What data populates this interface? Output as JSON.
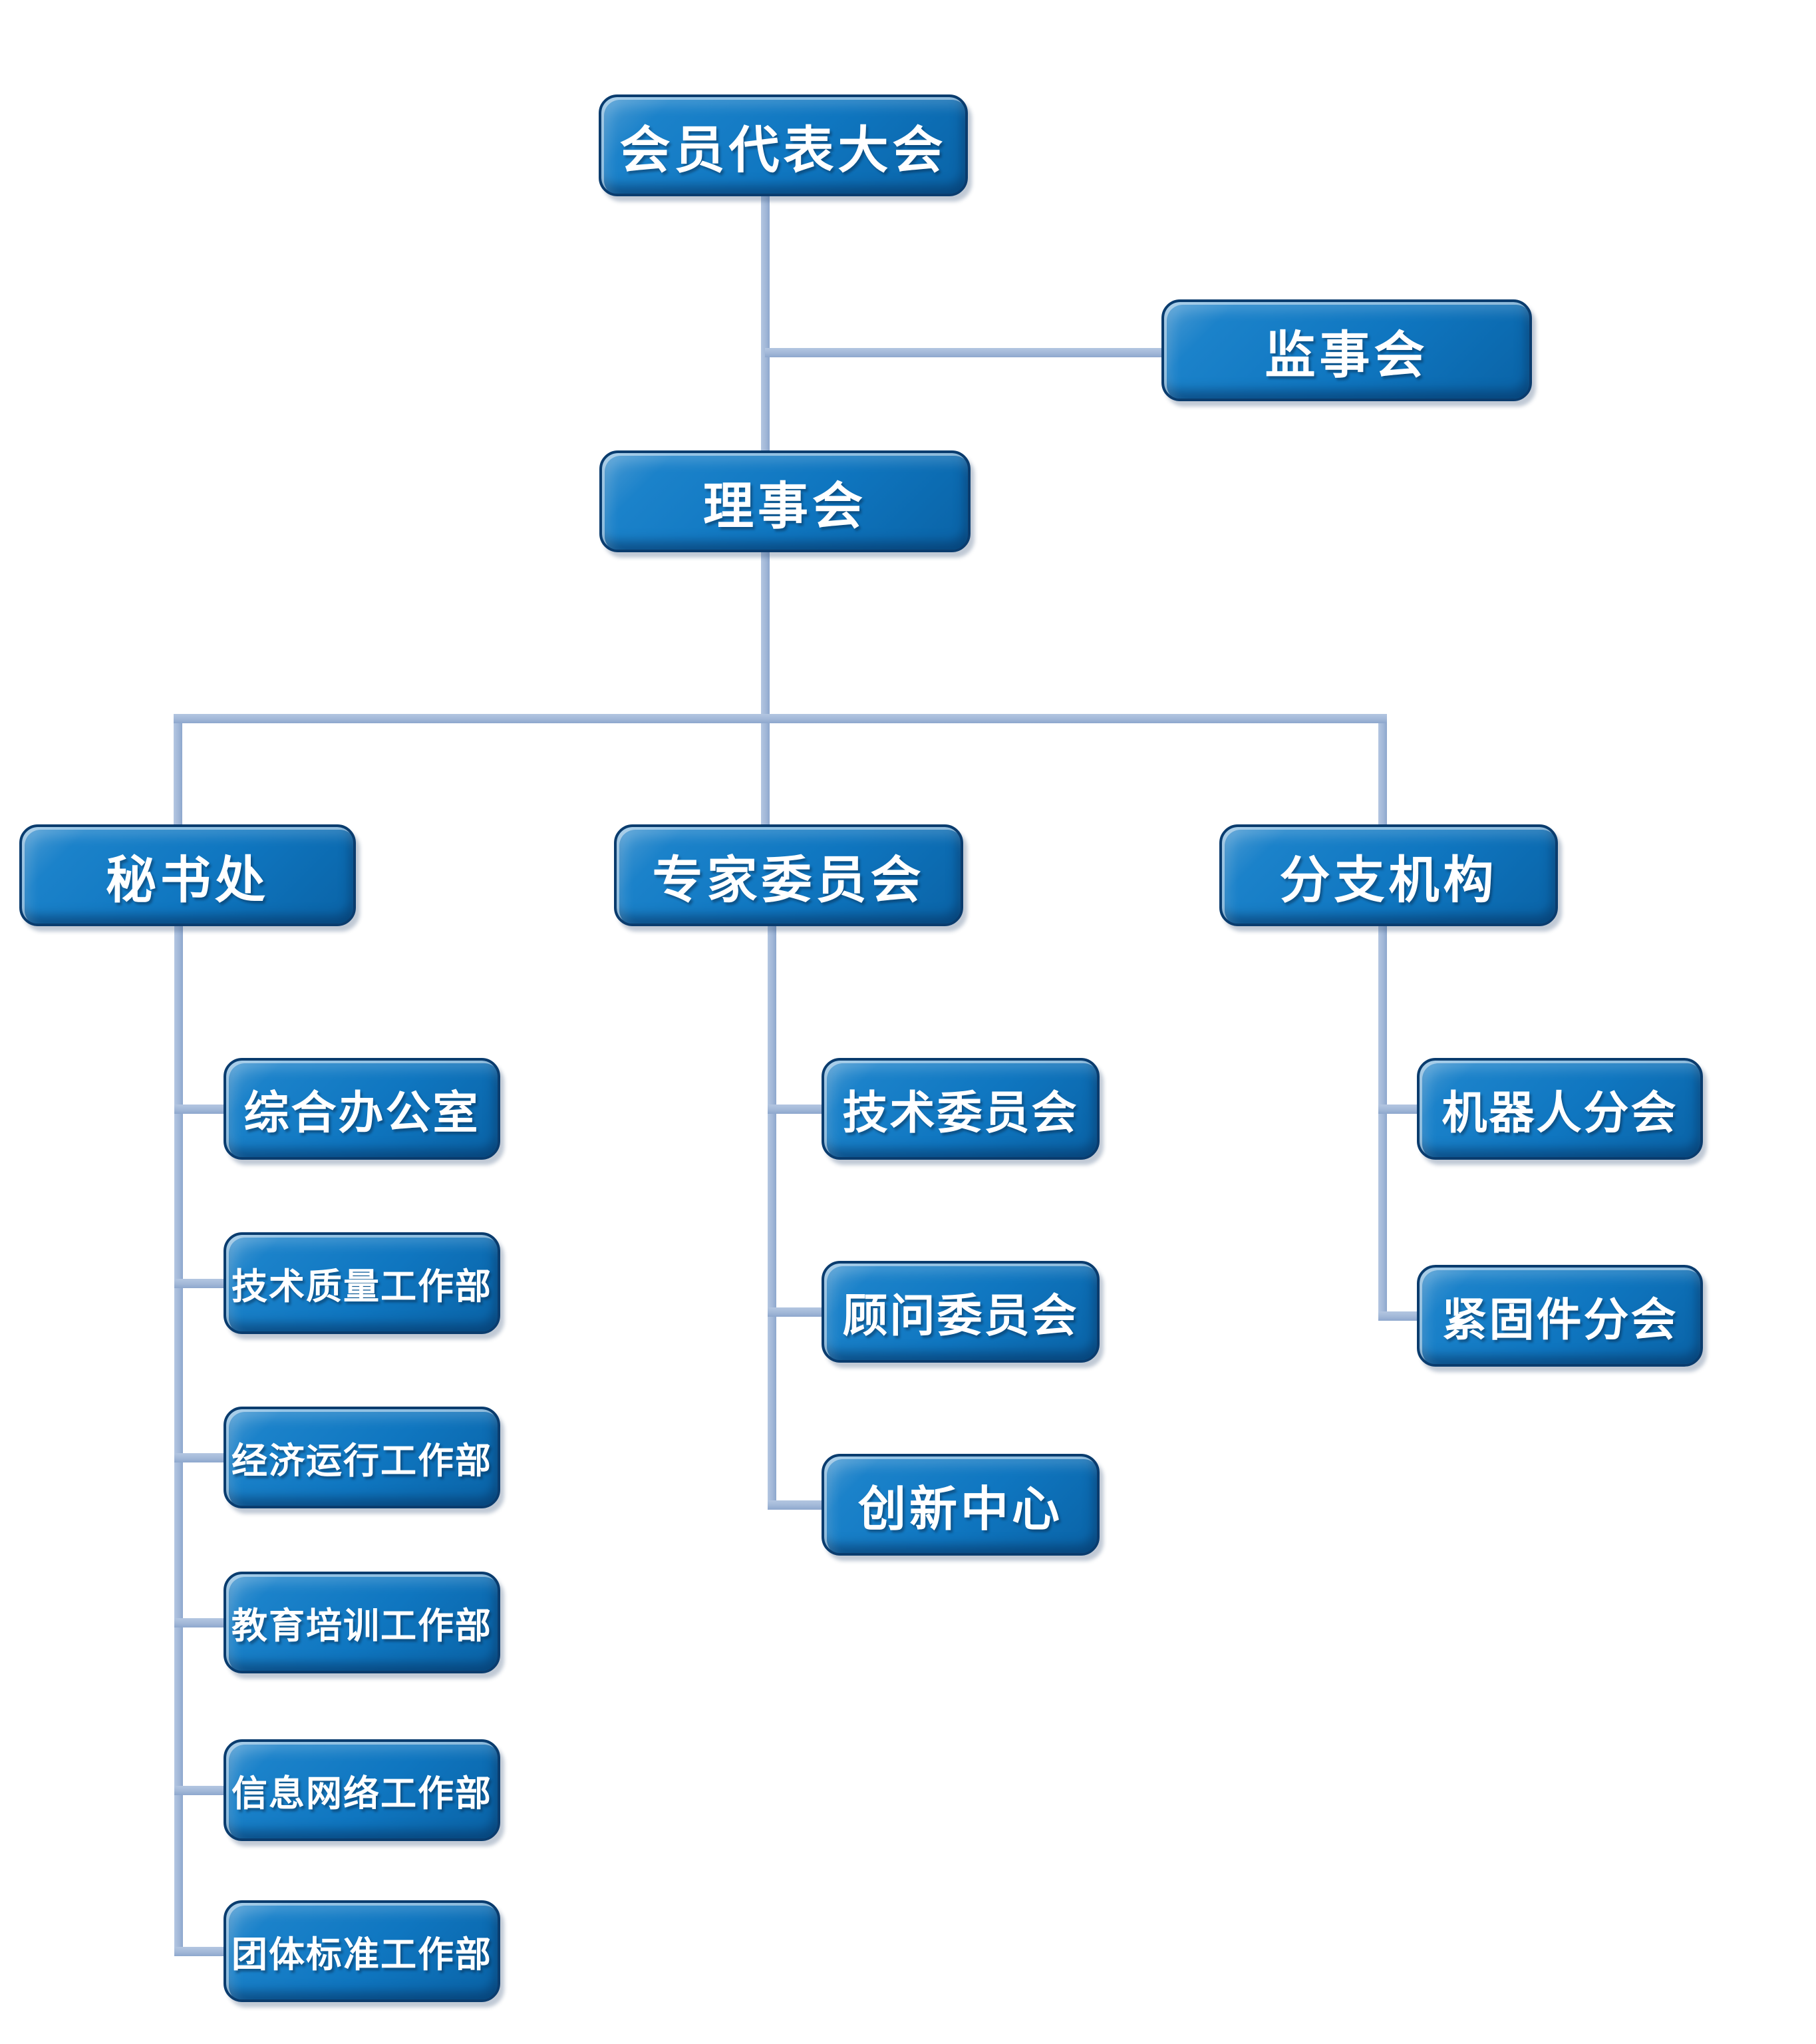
{
  "org_chart": {
    "nodes": {
      "assembly": {
        "label": "会员代表大会"
      },
      "supervisory_board": {
        "label": "监事会"
      },
      "council": {
        "label": "理事会"
      },
      "secretariat": {
        "label": "秘书处"
      },
      "expert_committee": {
        "label": "专家委员会"
      },
      "branch_organizations": {
        "label": "分支机构"
      },
      "secretariat_departments": [
        {
          "label": "综合办公室"
        },
        {
          "label": "技术质量工作部"
        },
        {
          "label": "经济运行工作部"
        },
        {
          "label": "教育培训工作部"
        },
        {
          "label": "信息网络工作部"
        },
        {
          "label": "团体标准工作部"
        }
      ],
      "expert_subunits": [
        {
          "label": "技术委员会"
        },
        {
          "label": "顾问委员会"
        },
        {
          "label": "创新中心"
        }
      ],
      "branch_subunits": [
        {
          "label": "机器人分会"
        },
        {
          "label": "紧固件分会"
        }
      ]
    },
    "colors": {
      "node_fill": "#0E75C0",
      "node_border": "#0A3C6E",
      "node_text": "#FFFFFF",
      "connector": "#A2B8D8",
      "background": "#FFFFFF"
    }
  }
}
